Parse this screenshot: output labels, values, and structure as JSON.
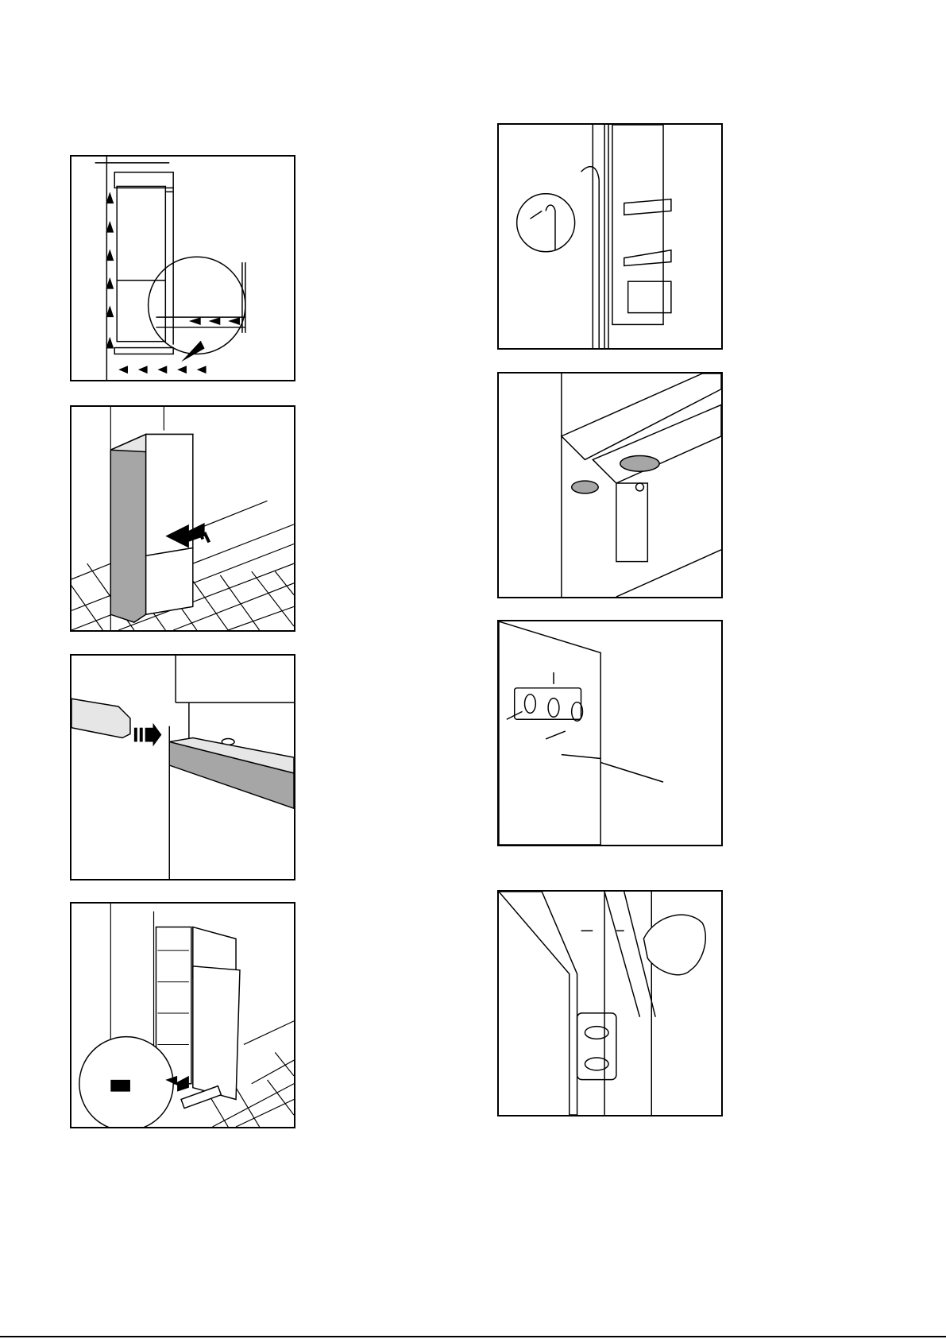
{
  "page": {
    "title": "",
    "ink_color": "#000000",
    "gray_fill": "#a6a6a6",
    "light_fill": "#e6e6e6"
  },
  "figures": [
    {
      "id": "fig-ventilation",
      "icon": "ventilation-airflow-diagram"
    },
    {
      "id": "fig-push-into-niche",
      "icon": "push-appliance-into-niche"
    },
    {
      "id": "fig-plinth-cover",
      "icon": "fit-plinth-cover-strip"
    },
    {
      "id": "fig-foot-cover",
      "icon": "fit-foot-cover-and-vent-grille"
    },
    {
      "id": "fig-door-seal",
      "icon": "door-seal-detail"
    },
    {
      "id": "fig-hinge-covers",
      "icon": "hinge-cover-caps"
    },
    {
      "id": "fig-door-bracket",
      "icon": "door-mounting-bracket"
    },
    {
      "id": "fig-mark-holes",
      "icon": "mark-screw-holes-with-pencil"
    }
  ]
}
